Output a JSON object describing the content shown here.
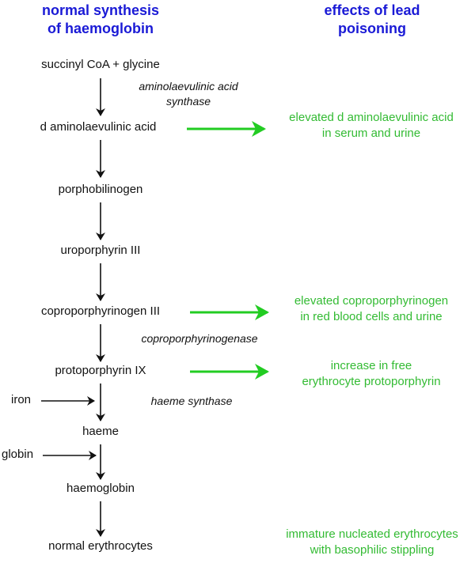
{
  "headers": {
    "left": [
      "normal synthesis",
      "of haemoglobin"
    ],
    "right": [
      "effects of lead",
      "poisoning"
    ]
  },
  "pathway": {
    "steps": [
      "succinyl CoA + glycine",
      "d aminolaevulinic acid",
      "porphobilinogen",
      "uroporphyrin III",
      "coproporphyrinogen III",
      "protoporphyrin IX",
      "haeme",
      "haemoglobin",
      "normal erythrocytes"
    ],
    "enzymes": {
      "ala_synthase": [
        "aminolaevulinic acid",
        "synthase"
      ],
      "coproporphyrinogenase": "coproporphyrinogenase",
      "haeme_synthase": "haeme synthase"
    },
    "inputs": {
      "iron": "iron",
      "globin": "globin"
    }
  },
  "effects": {
    "ala": [
      "elevated d aminolaevulinic acid",
      "in serum and urine"
    ],
    "copro": [
      "elevated coproporphyrinogen",
      "in red blood cells and urine"
    ],
    "proto": [
      "increase in free",
      "erythrocyte protoporphyrin"
    ],
    "erythro": [
      "immature nucleated erythrocytes",
      "with basophilic stippling"
    ]
  },
  "colors": {
    "header": "#1a1ad6",
    "effect": "#33bb33",
    "arrow_black": "#111111",
    "arrow_green": "#22cc22"
  }
}
